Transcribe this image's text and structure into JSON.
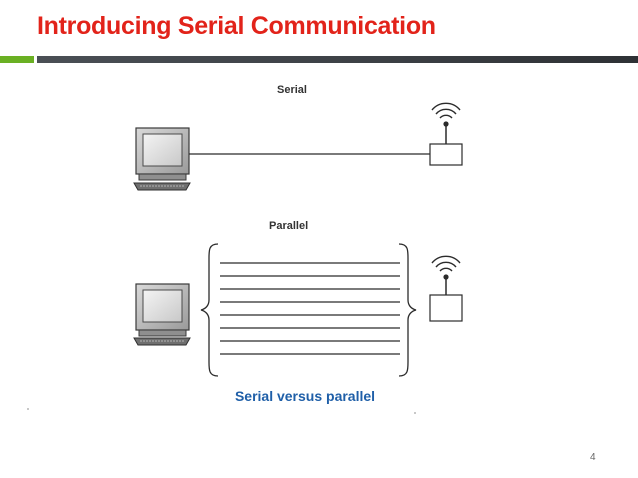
{
  "slide": {
    "title": "Introducing Serial Communication",
    "page_number": "4"
  },
  "diagram": {
    "serial_label": "Serial",
    "parallel_label": "Parallel",
    "caption": "Serial versus parallel",
    "parallel_line_count": 8
  },
  "colors": {
    "title": "#e2231a",
    "accent_green": "#6ab023",
    "bar_gray": "#3b3f44",
    "caption": "#1f5fa8"
  }
}
